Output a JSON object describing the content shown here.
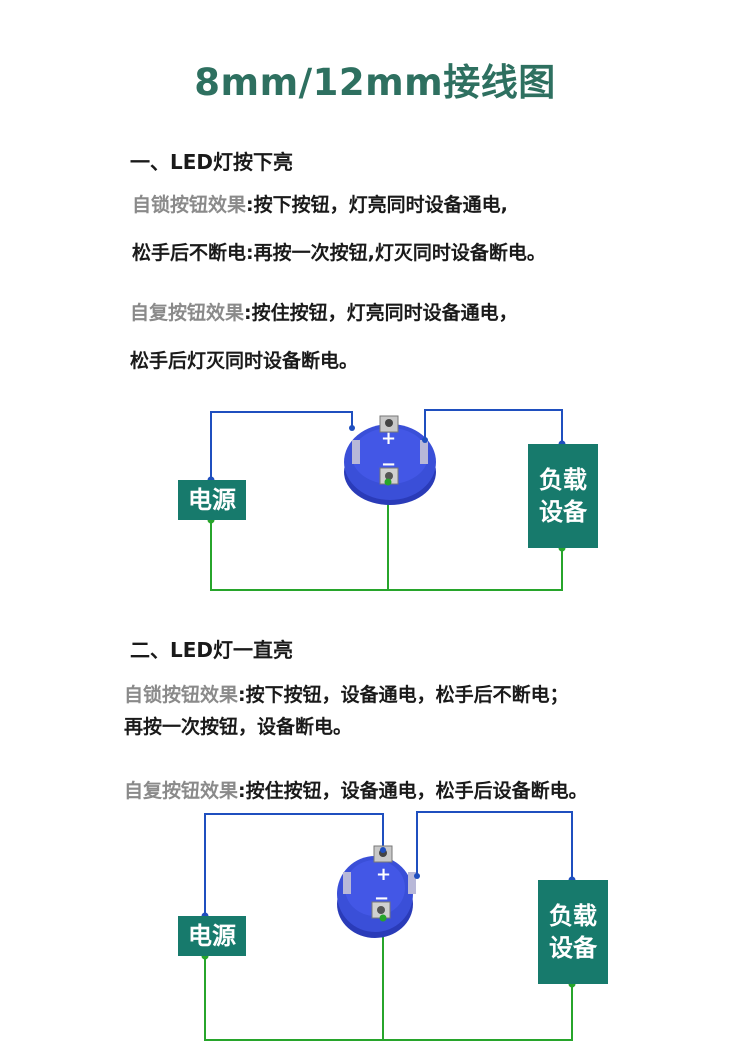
{
  "title": "8mm/12mm接线图",
  "section1": {
    "title": "一、LED灯按下亮",
    "self_lock": {
      "label": "自锁按钮效果",
      "text1": ":按下按钮，灯亮同时设备通电,",
      "text2": "松手后不断电:再按一次按钮,灯灭同时设备断电。"
    },
    "self_reset": {
      "label": "自复按钮效果",
      "text1": ":按住按钮，灯亮同时设备通电，",
      "text2": "松手后灯灭同时设备断电。"
    },
    "diagram": {
      "power": "电源",
      "load_line1": "负载",
      "load_line2": "设备",
      "plus": "+",
      "minus": "−"
    }
  },
  "section2": {
    "title": "二、LED灯一直亮",
    "self_lock": {
      "label": "自锁按钮效果",
      "text1": ":按下按钮，设备通电，松手后不断电；",
      "text2": "再按一次按钮，设备断电。"
    },
    "self_reset": {
      "label": "自复按钮效果",
      "text1": ":按住按钮，设备通电，松手后设备断电。"
    },
    "diagram": {
      "power": "电源",
      "load_line1": "负载",
      "load_line2": "设备",
      "plus": "+",
      "minus": "−"
    }
  },
  "colors": {
    "title": "#2e7060",
    "box": "#177a6c",
    "wire_blue": "#1f4fbf",
    "wire_green": "#27a52b",
    "button_blue": "#3a4fd8"
  }
}
